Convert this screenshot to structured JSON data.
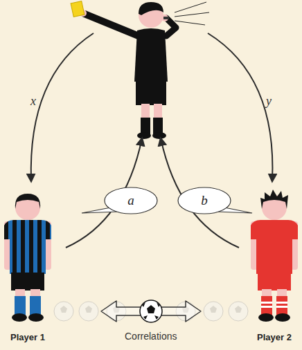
{
  "diagram": {
    "nodes": [
      {
        "text": [
          "Player 1"
        ]
      },
      {
        "text": [
          "a"
        ]
      },
      {
        "text": [
          "b"
        ]
      },
      {
        "text": [
          "Player 2"
        ]
      }
    ],
    "labels": [
      "x",
      "y",
      "Correlations"
    ]
  }
}
